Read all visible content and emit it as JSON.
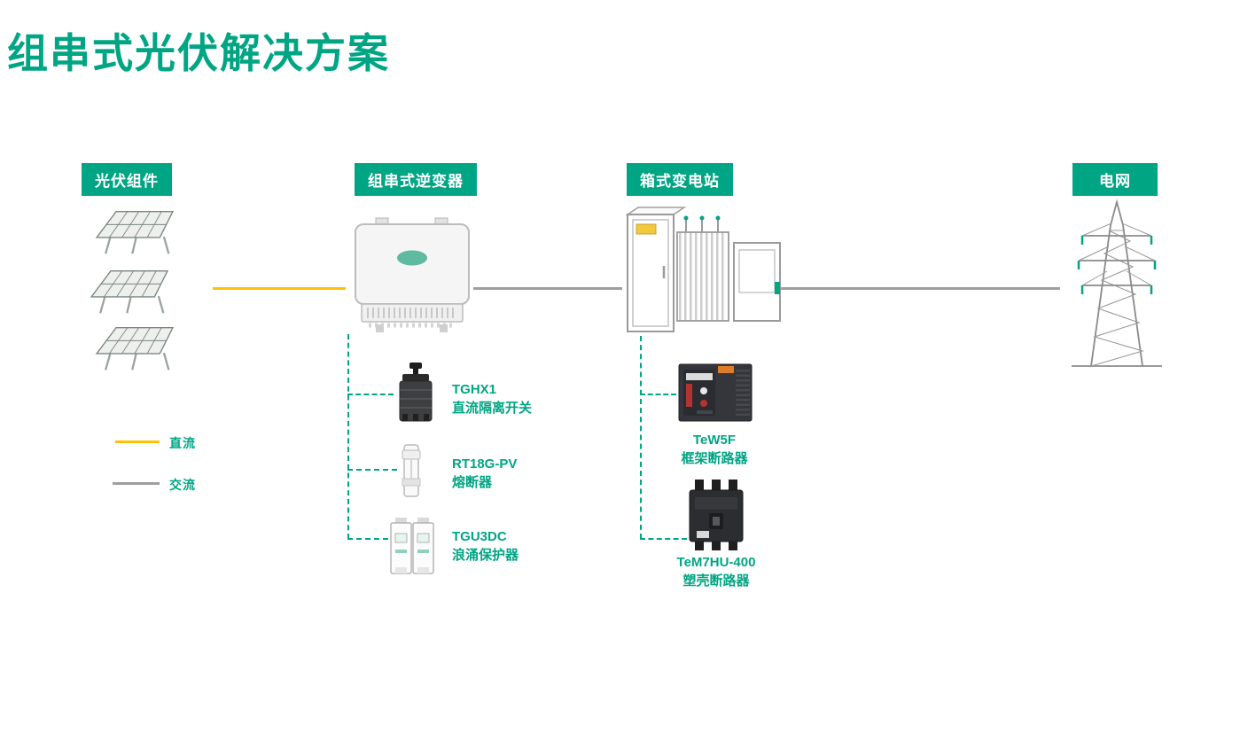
{
  "page": {
    "title": "组串式光伏解决方案"
  },
  "colors": {
    "accent": "#00A583",
    "dc": "#FFC200",
    "ac": "#9E9E9E"
  },
  "stations": [
    {
      "label": "光伏组件"
    },
    {
      "label": "组串式逆变器"
    },
    {
      "label": "箱式变电站"
    },
    {
      "label": "电网"
    }
  ],
  "legend": [
    {
      "label": "直流",
      "color": "#FFC200"
    },
    {
      "label": "交流",
      "color": "#9E9E9E"
    }
  ],
  "inverter_components": [
    {
      "model": "TGHX1",
      "name": "直流隔离开关"
    },
    {
      "model": "RT18G-PV",
      "name": "熔断器"
    },
    {
      "model": "TGU3DC",
      "name": "浪涌保护器"
    }
  ],
  "substation_components": [
    {
      "model": "TeW5F",
      "name": "框架断路器"
    },
    {
      "model": "TeM7HU-400",
      "name": "塑壳断路器"
    }
  ]
}
